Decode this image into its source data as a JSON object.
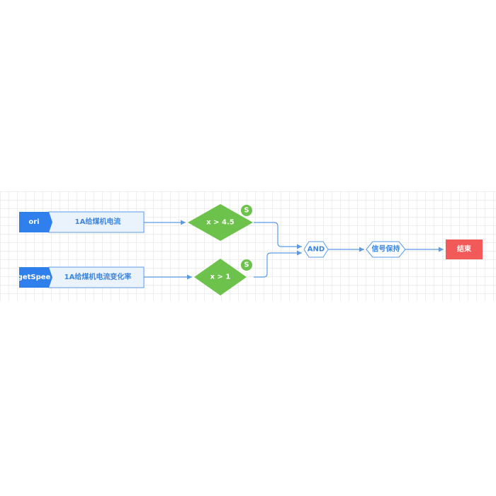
{
  "colors": {
    "source_fill": "#2f80ed",
    "source_text": "#ffffff",
    "label_fill": "#eaf2fc",
    "label_stroke": "#5b9be6",
    "label_text": "#3d86e0",
    "condition_fill": "#6cc24a",
    "condition_text": "#ffffff",
    "badge_fill": "#6cc24a",
    "hex_stroke": "#5b9be6",
    "hex_text": "#3d86e0",
    "edge": "#5b9be6",
    "end_fill": "#f25a5a",
    "end_text": "#ffffff"
  },
  "sources": [
    {
      "tag": "ori",
      "label": "1A给煤机电流"
    },
    {
      "tag": "getSpee",
      "label": "1A给煤机电流变化率"
    }
  ],
  "conditions": [
    {
      "expr": "x > 4.5",
      "badge": "S"
    },
    {
      "expr": "x > 1",
      "badge": "S"
    }
  ],
  "gate": {
    "label": "AND"
  },
  "hold": {
    "label": "信号保持"
  },
  "end": {
    "label": "结束"
  }
}
